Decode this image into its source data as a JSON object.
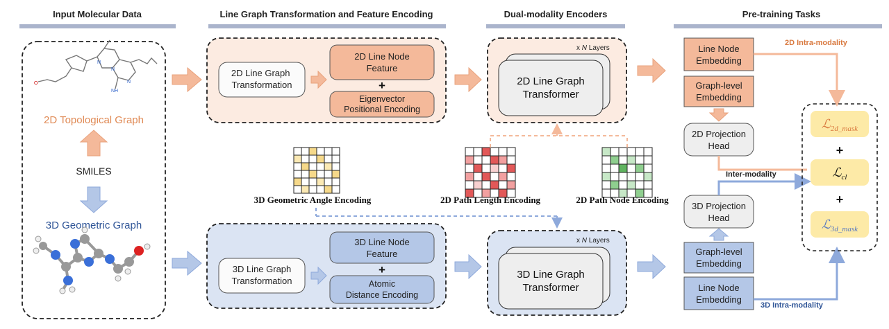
{
  "headers": {
    "input": "Input Molecular Data",
    "linegraph": "Line Graph Transformation and Feature Encoding",
    "encoders": "Dual-modality Encoders",
    "pretrain": "Pre-training Tasks"
  },
  "input_panel": {
    "topo_label": "2D Topological Graph",
    "smiles_label": "SMILES",
    "geo_label": "3D Geometric Graph"
  },
  "branch_2d": {
    "transformation": "2D Line Graph\nTransformation",
    "node_feature": "2D Line Node\nFeature",
    "plus": "+",
    "positional": "Eigenvector\nPositional Encoding",
    "layers_prefix": "x ",
    "layers_n": "N",
    "layers_suffix": " Layers",
    "transformer": "2D Line Graph\nTransformer"
  },
  "branch_3d": {
    "transformation": "3D Line Graph\nTransformation",
    "node_feature": "3D Line Node\nFeature",
    "plus": "+",
    "distance": "Atomic\nDistance Encoding",
    "layers_prefix": "x ",
    "layers_n": "N",
    "layers_suffix": " Layers",
    "transformer": "3D Line Graph\nTransformer"
  },
  "encodings": {
    "angle": "3D Geometric Angle Encoding",
    "path_length": "2D Path Length Encoding",
    "path_node": "2D Path Node Encoding"
  },
  "pretrain": {
    "line_node_2d": "Line Node\nEmbedding",
    "graph_level_2d": "Graph-level\nEmbedding",
    "proj_2d": "2D Projection\nHead",
    "proj_3d": "3D Projection\nHead",
    "graph_level_3d": "Graph-level\nEmbedding",
    "line_node_3d": "Line Node\nEmbedding",
    "intra_2d": "2D Intra-modality",
    "inter": "Inter-modality",
    "intra_3d": "3D Intra-modality",
    "loss_2d_base": "ℒ",
    "loss_2d_sub": "2d_mask",
    "loss_cl_base": "ℒ",
    "loss_cl_sub": "cl",
    "loss_3d_base": "ℒ",
    "loss_3d_sub": "3d_mask",
    "plus": "+"
  },
  "colors": {
    "orange_fill": "#f4b99a",
    "orange_light": "#fcebe1",
    "orange_stroke": "#e9a27c",
    "orange_text": "#d9793f",
    "blue_fill": "#b4c7e7",
    "blue_light": "#dbe4f3",
    "blue_stroke": "#8ea9db",
    "blue_text": "#2f5597",
    "gray_fill": "#eeeeee",
    "loss_fill": "#fdeaa7",
    "header_bar": "#aab4cc"
  }
}
